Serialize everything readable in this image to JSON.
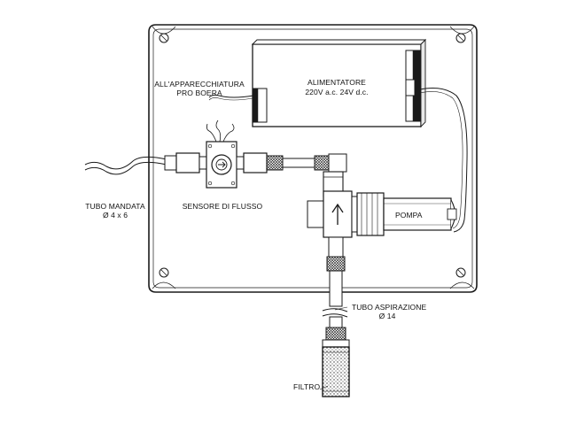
{
  "diagram": {
    "labels": {
      "power_supply_title": "ALIMENTATORE",
      "power_supply_spec": "220V a.c. 24V d.c.",
      "equipment_line1": "ALL'APPARECCHIATURA",
      "equipment_line2": "PRO BOERA",
      "delivery_tube_line1": "TUBO MANDATA",
      "delivery_tube_line2": "Ø 4 x 6",
      "flow_sensor": "SENSORE DI FLUSSO",
      "pump": "POMPA",
      "suction_tube_line1": "TUBO ASPIRAZIONE",
      "suction_tube_line2": "Ø 14",
      "filter": "FILTRO"
    },
    "colors": {
      "line": "#1a1a1a",
      "panel_fill": "#ffffff",
      "shade": "#bdbdbd",
      "background": "#ffffff"
    }
  }
}
